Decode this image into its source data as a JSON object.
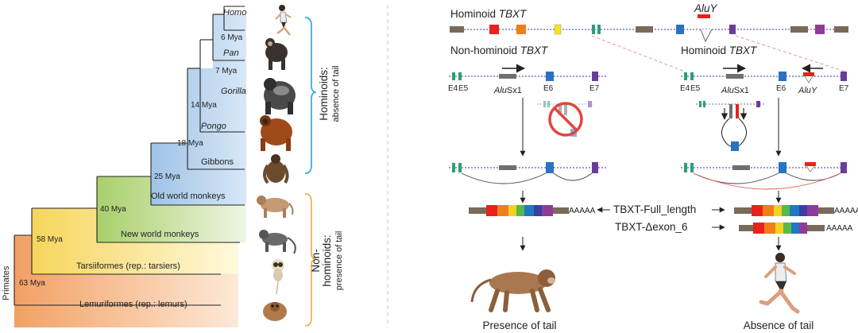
{
  "tree": {
    "root_label": "Primates",
    "taxa": {
      "homo": "Homo",
      "pan": "Pan",
      "gorilla": "Gorilla",
      "pongo": "Pongo",
      "gibbons": "Gibbons",
      "old_world": "Old world monkeys",
      "new_world": "New world monkeys",
      "tarsii": "Tarsiiformes (rep.: tarsiers)",
      "lemuri": "Lemuriformes (rep.: lemurs)"
    },
    "nodes": {
      "n6": "6 Mya",
      "n7": "7 Mya",
      "n14": "14 Mya",
      "n18": "18 Mya",
      "n25": "25 Mya",
      "n40": "40 Mya",
      "n58": "58 Mya",
      "n63": "63 Mya"
    },
    "groups": {
      "hominoids_title": "Hominoids:",
      "hominoids_sub": "absence of tail",
      "nonhom_title": "Non-",
      "nonhom_title2": "hominoids:",
      "nonhom_sub": "presence of tail"
    },
    "colors": {
      "hominoid_blue": "#9fc3e7",
      "green": "#a9cf6a",
      "yellow": "#f6d55c",
      "orange": "#f2a064",
      "bracket_blue": "#3ab0e6",
      "bracket_orange": "#f3b24c"
    }
  },
  "gene": {
    "top_title_plain": "Hominoid ",
    "top_title_italic": "TBXT",
    "top_aluy": "AluY",
    "left_title_plain": "Non-hominoid ",
    "left_title_italic": "TBXT",
    "right_title_plain": "Hominoid ",
    "right_title_italic": "TBXT",
    "exons": {
      "e4": "E4",
      "e5": "E5",
      "e6": "E6",
      "e7": "E7"
    },
    "alusx1_italic": "Alu",
    "alusx1_plain": "Sx1",
    "aluy_label": "AluY",
    "transcript_full": "TBXT-Full_length",
    "transcript_delta": "TBXT-Δexon_6",
    "polya": "AAAAA",
    "outcome_left": "Presence of tail",
    "outcome_right": "Absence of tail",
    "colors": {
      "e4": "#2e9e78",
      "e6": "#2a72c2",
      "e7": "#6a3d9a",
      "alu": "#707070",
      "aluy": "#e8221b",
      "intron": "#9b9bd0",
      "backbone": "#7a6a5a",
      "prohibit": "#e0473f"
    },
    "rainbow": [
      "#e8221b",
      "#f07f1a",
      "#f3d21f",
      "#57b947",
      "#1f78c1",
      "#3b3fa0",
      "#8e3b9c"
    ]
  }
}
